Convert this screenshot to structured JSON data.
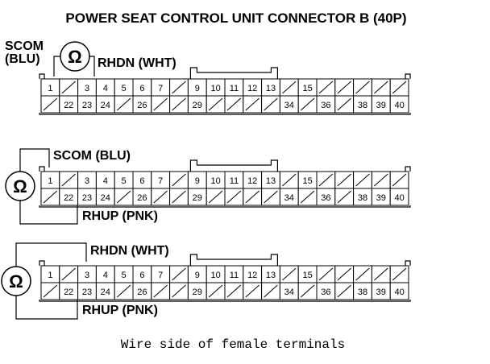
{
  "title": "POWER SEAT CONTROL UNIT CONNECTOR B (40P)",
  "caption": "Wire side of female terminals",
  "meter_symbol": "Ω",
  "connector": {
    "top_row": [
      "1",
      "/",
      "3",
      "4",
      "5",
      "6",
      "7",
      "/",
      "9",
      "10",
      "11",
      "12",
      "13",
      "/",
      "15",
      "/",
      "/",
      "/",
      "/",
      "/"
    ],
    "bottom_row": [
      "/",
      "22",
      "23",
      "24",
      "/",
      "26",
      "/",
      "/",
      "29",
      "/",
      "/",
      "/",
      "/",
      "34",
      "/",
      "36",
      "/",
      "38",
      "39",
      "40"
    ]
  },
  "tests": [
    {
      "probe_a": "SCOM (BLU)",
      "probe_a_line1": "SCOM",
      "probe_a_line2": "(BLU)",
      "probe_b": "RHDN (WHT)"
    },
    {
      "probe_a": "SCOM (BLU)",
      "probe_b": "RHUP (PNK)"
    },
    {
      "probe_a": "RHDN (WHT)",
      "probe_b": "RHUP (PNK)"
    }
  ]
}
